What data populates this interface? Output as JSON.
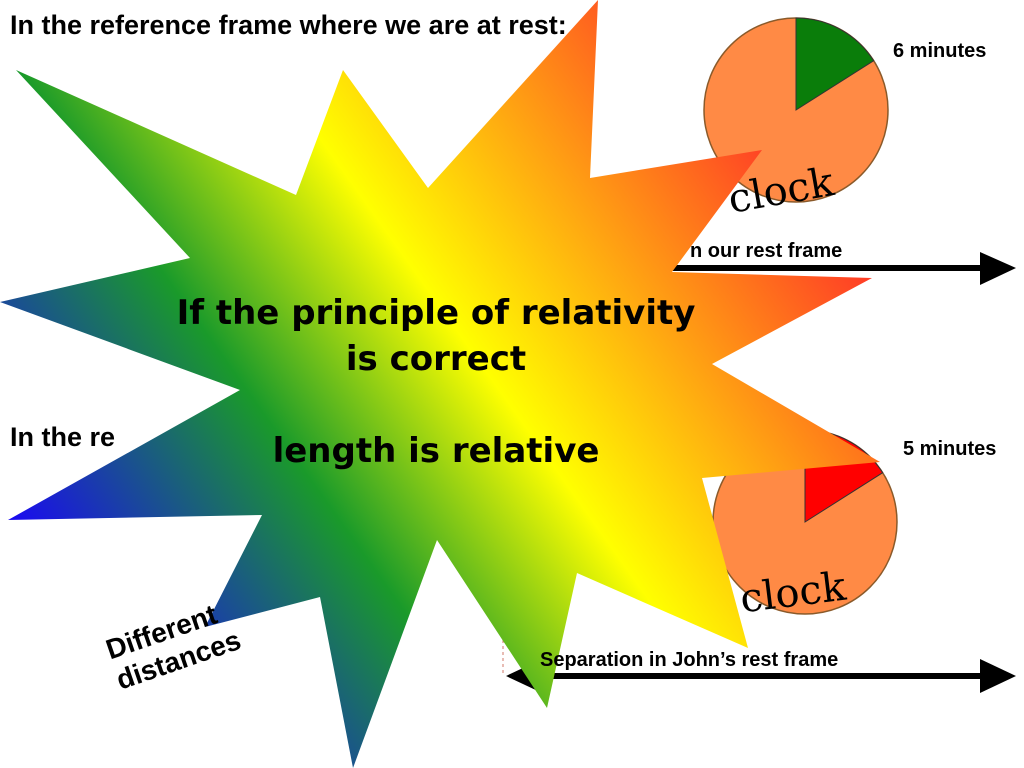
{
  "heading_top": "In the reference frame where we are at rest:",
  "heading_bottom": "In the re",
  "top_clock": {
    "minutes_label": "6 minutes",
    "fraction": 0.1,
    "word": "clock",
    "wedge_color": "#0a7d0a",
    "face_color": "#ff8a45"
  },
  "bottom_clock": {
    "minutes_label": "5 minutes",
    "fraction": 0.1,
    "word": "clock",
    "wedge_color": "#ff0000",
    "face_color": "#ff8a45"
  },
  "top_arrow_label": "n our rest frame",
  "bottom_arrow_label": "Separation in John’s rest frame",
  "different_distances": {
    "line1": "Different",
    "line2": "distances"
  },
  "burst": {
    "line1": "If the principle of relativity",
    "line2": "is correct",
    "line3": "length is relative"
  },
  "colors": {
    "burst_gradient": [
      "#1a00ff",
      "#1a9a2a",
      "#ffff00",
      "#ff2a2a"
    ],
    "bracket": "#2a2a9a"
  }
}
